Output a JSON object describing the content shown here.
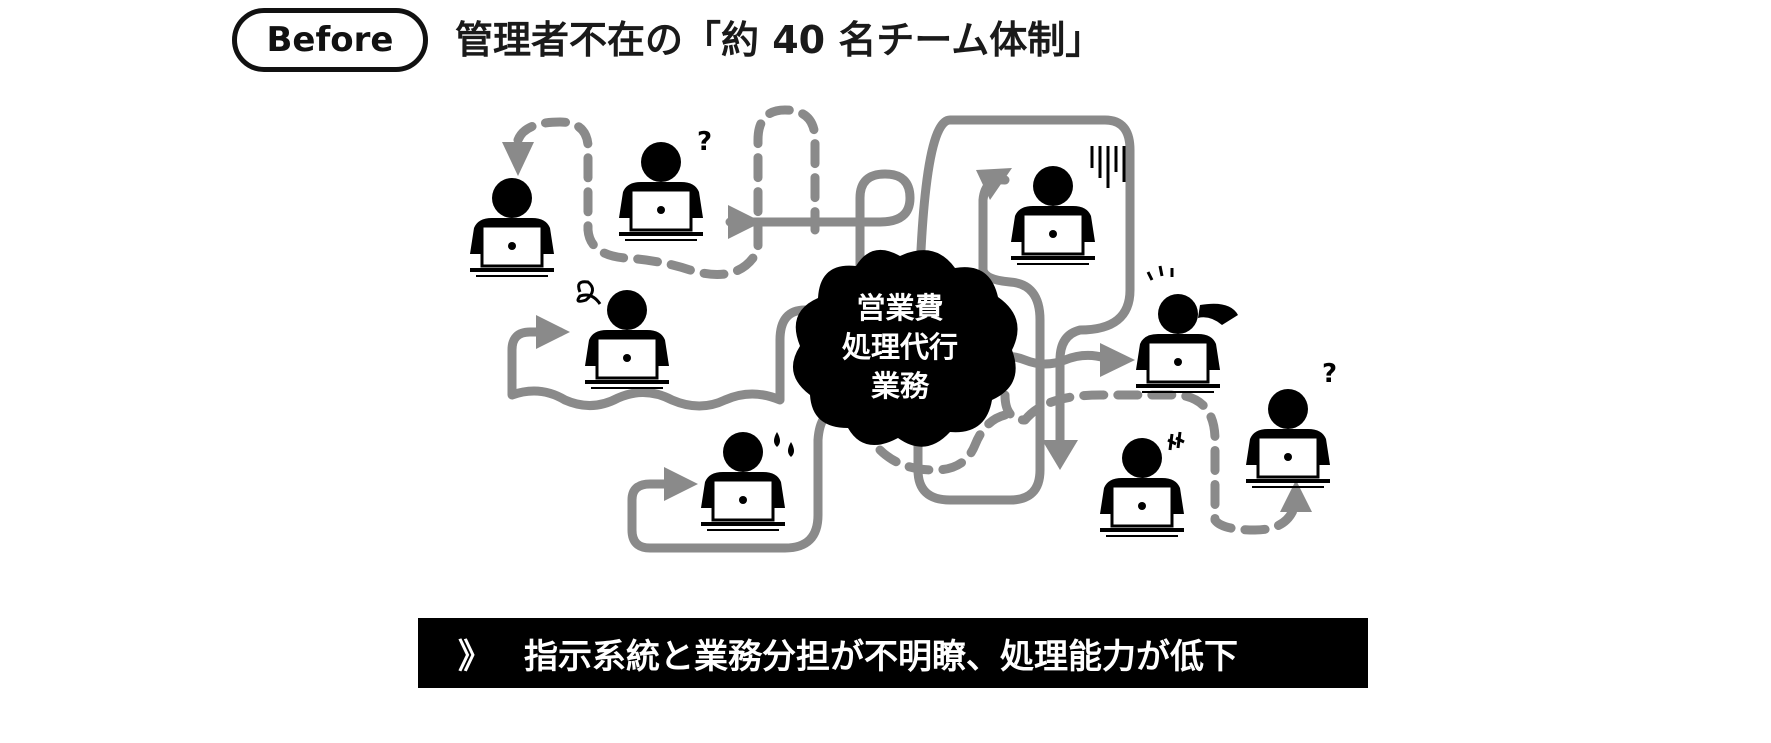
{
  "header": {
    "badge_label": "Before",
    "title": "管理者不在の「約 40 名チーム体制」"
  },
  "center": {
    "lines": [
      "営業費",
      "処理代行",
      "業務"
    ]
  },
  "marks": {
    "question": "?"
  },
  "banner": {
    "arrow": "》",
    "text": "指示系統と業務分担が不明瞭、処理能力が低下"
  },
  "colors": {
    "ink": "#000000",
    "path_gray": "#8a8a8a",
    "background": "#ffffff"
  },
  "icons": [
    "person-at-laptop-icon",
    "question-mark-icon",
    "sweat-drop-icon",
    "anger-mark-icon",
    "scribble-icon",
    "gloom-lines-icon",
    "arrow-head-icon"
  ]
}
